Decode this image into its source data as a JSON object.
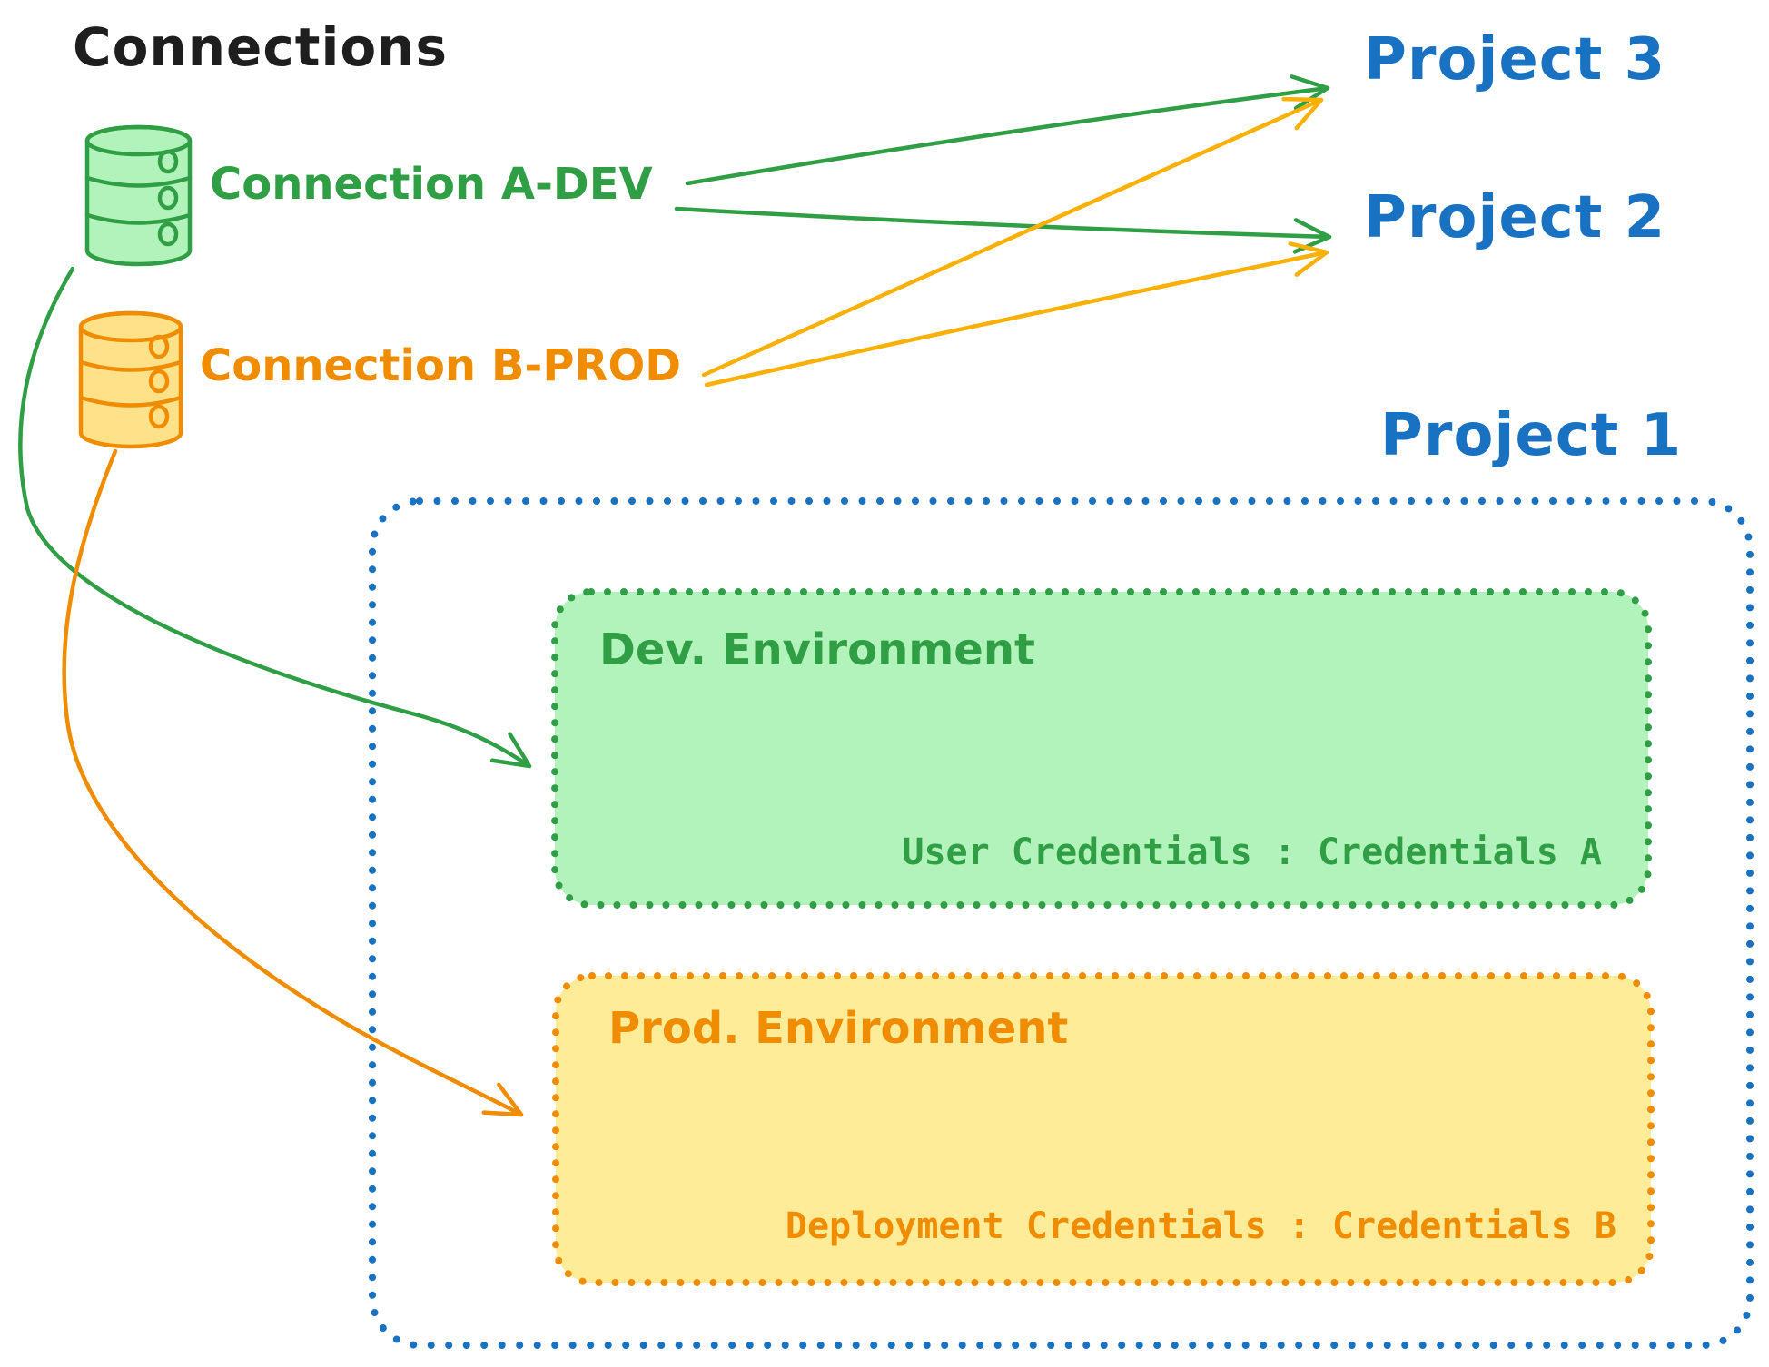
{
  "title": "Connections",
  "connections": [
    {
      "label": "Connection A-DEV"
    },
    {
      "label": "Connection B-PROD"
    }
  ],
  "projects": {
    "project3": "Project 3",
    "project2": "Project 2",
    "project1": "Project 1"
  },
  "project1_box": {
    "dev": {
      "title": "Dev. Environment",
      "credentials": "User Credentials : Credentials A"
    },
    "prod": {
      "title": "Prod. Environment",
      "credentials": "Deployment Credentials : Credentials B"
    }
  },
  "icons": {
    "dev_database": "database-icon",
    "prod_database": "database-icon"
  },
  "colors": {
    "black": "#1e1e1e",
    "green": "#2f9e44",
    "green_fill": "#b2f2bb",
    "orange": "#f08c00",
    "orange_fill": "#ffec99",
    "cylinder_fill_green": "#b2f2bb",
    "cylinder_fill_orange": "#ffe18a",
    "yellow_arrow": "#fab005",
    "blue": "#1971c2",
    "background": "#ffffff"
  }
}
